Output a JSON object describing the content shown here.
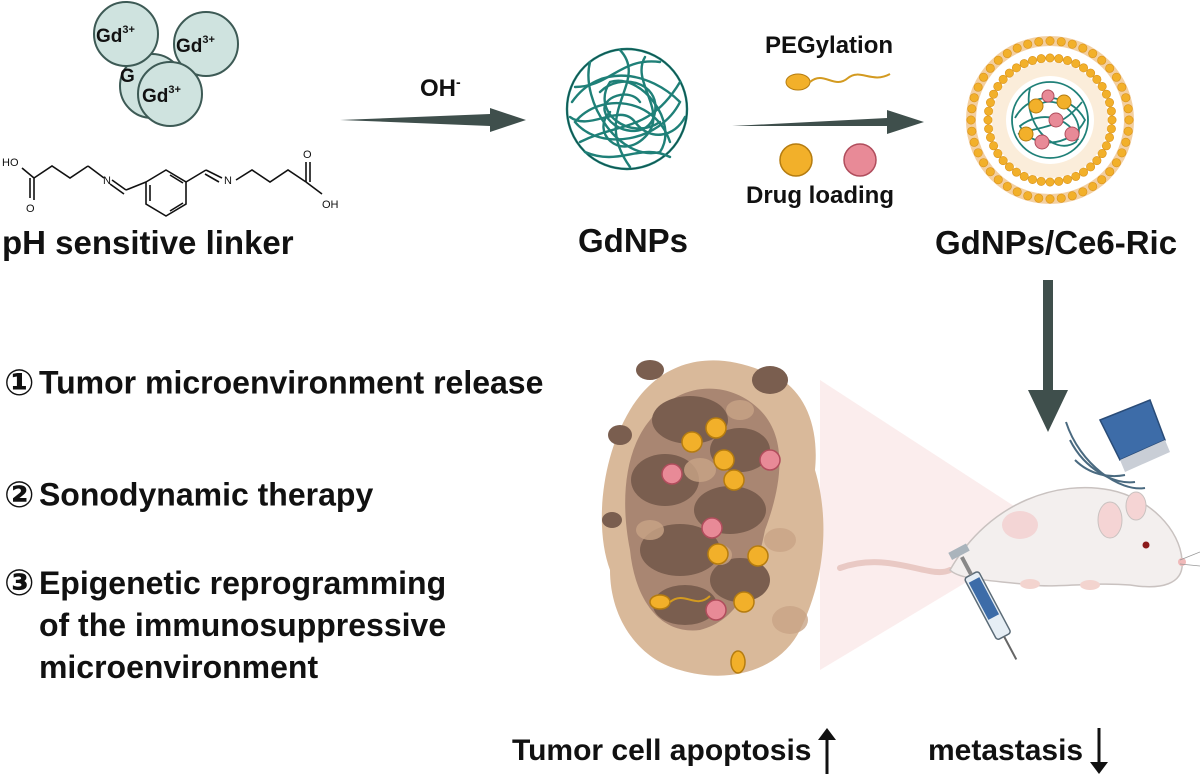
{
  "ions": {
    "gd_main": "Gd",
    "gd_charge": "3+",
    "gd_partial": "G"
  },
  "linker": {
    "label": "pH sensitive linker",
    "ho": "HO",
    "oh": "OH",
    "o": "O",
    "n": "N"
  },
  "step1": {
    "reagent": "OH",
    "reagent_sup": "-"
  },
  "gdnps": {
    "label": "GdNPs"
  },
  "step2": {
    "top": "PEGylation",
    "bottom": "Drug loading"
  },
  "product": {
    "label": "GdNPs/Ce6-Ric"
  },
  "mechanisms": [
    {
      "marker": "①",
      "text": "Tumor microenvironment release"
    },
    {
      "marker": "②",
      "text": "Sonodynamic therapy"
    },
    {
      "marker": "③",
      "text_lines": [
        "Epigenetic reprogramming",
        "of the immunosuppressive",
        "microenvironment"
      ]
    }
  ],
  "outcomes": [
    {
      "text": "Tumor cell apoptosis",
      "direction": "up"
    },
    {
      "text": "metastasis",
      "direction": "down"
    }
  ],
  "colors": {
    "gd_fill": "#cfe3df",
    "gd_stroke": "#3d5a55",
    "arrow": "#3f4f4c",
    "coil": "#1f8078",
    "drug_orange": "#f2b02a",
    "drug_pink": "#e88a97",
    "tumor_light": "#d9b99a",
    "tumor_dark": "#7a5e4f",
    "mouse": "#f3efee",
    "probe_blue": "#3d6ca8"
  },
  "icons": [
    "gd-ion-icon",
    "pH-linker-structure-icon",
    "gdnp-coil-icon",
    "peg-chain-icon",
    "liposome-nanoparticle-icon",
    "tumor-tissue-icon",
    "mouse-icon",
    "ultrasound-probe-icon",
    "syringe-icon"
  ]
}
